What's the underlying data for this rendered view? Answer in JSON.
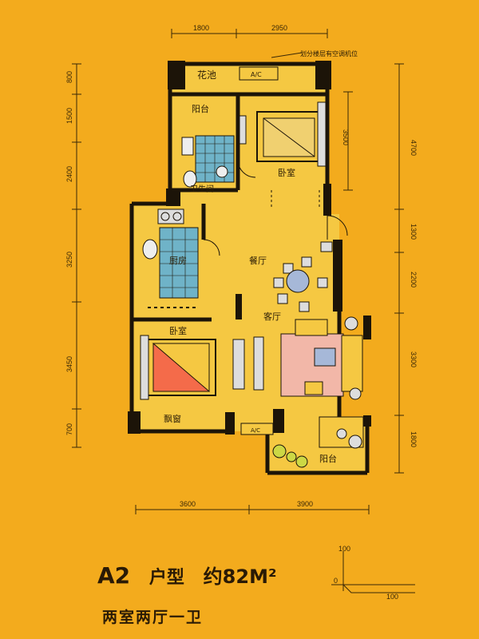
{
  "plan": {
    "model_code": "A2",
    "type_word": "户型",
    "area": "约82M²",
    "layout": "两室两厅一卫",
    "note": "划分楼层有空调机位"
  },
  "rooms": {
    "garden": "花池",
    "balcony_top": "阳台",
    "bedroom_top": "卧室",
    "bathroom": "卫生间",
    "kitchen": "厨房",
    "dining": "餐厅",
    "living": "客厅",
    "bedroom_bottom": "卧室",
    "bay_window": "飘窗",
    "balcony_bottom": "阳台",
    "ac_top": "A/C",
    "ac_bottom": "A/C"
  },
  "dimensions": {
    "top": [
      "1800",
      "2950"
    ],
    "bottom": [
      "3600",
      "3900"
    ],
    "left": [
      "800",
      "1500",
      "2400",
      "3250",
      "3450",
      "700"
    ],
    "right": [
      "4700",
      "3500",
      "1300",
      "2200",
      "3300",
      "1800"
    ]
  },
  "scale": {
    "zero": "0",
    "tick_a": "100",
    "tick_b": "100"
  },
  "colors": {
    "background": "#f3ab1d",
    "floor": "#f5c842",
    "wall": "#1c1408",
    "bed_red": "#f46b4a",
    "tile_blue": "#6fb3c8",
    "sofa_pink": "#f2b7a8"
  }
}
